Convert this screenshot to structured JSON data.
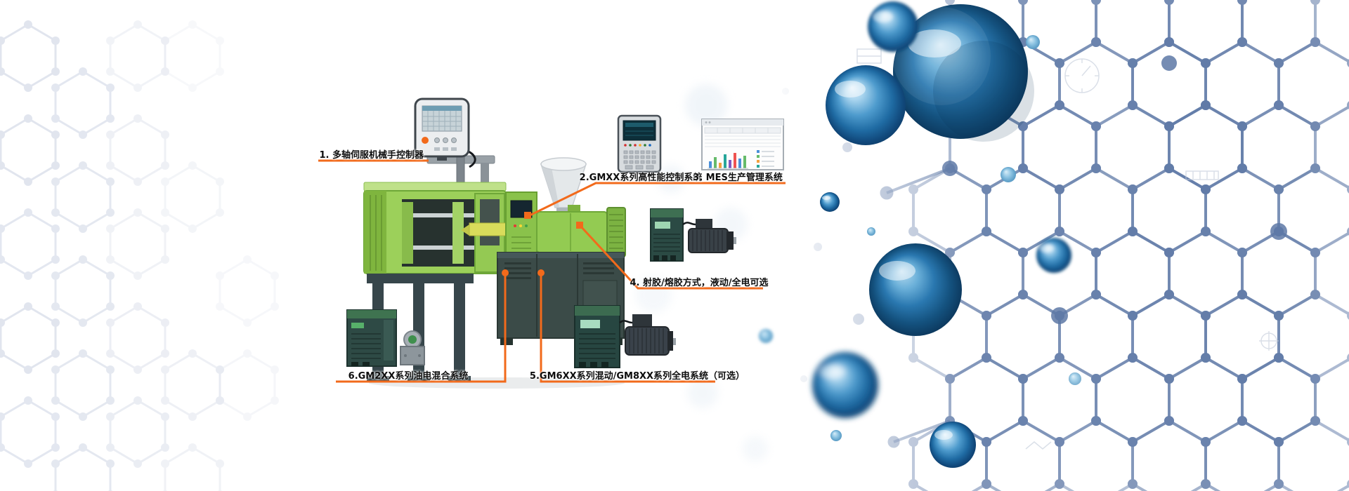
{
  "colors": {
    "accent_orange": "#f26a1b",
    "machine_green": "#9cd05a",
    "machine_dark_base": "#3b4b48",
    "network_blue": "#5d78a6",
    "sphere_blue_dark": "#0d3a64",
    "sphere_blue_light": "#7fc0e4",
    "molecule_gray": "#dadfeb"
  },
  "callouts": [
    {
      "id": "1",
      "label": "1. 多轴伺服机械手控制器"
    },
    {
      "id": "2",
      "label": "2.GMXX系列高性能控制系统"
    },
    {
      "id": "3",
      "label": "3. MES生产管理系统"
    },
    {
      "id": "4",
      "label": "4. 射胶/熔胶方式，液动/全电可选"
    },
    {
      "id": "5",
      "label": "5.GM6XX系列混动/GM8XX系列全电系统（可选）"
    },
    {
      "id": "6",
      "label": "6.GM2XX系列油电混合系统"
    }
  ]
}
